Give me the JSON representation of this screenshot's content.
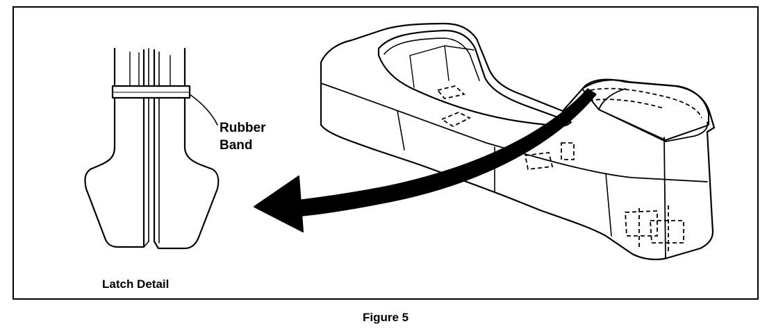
{
  "labels": {
    "rubber_band_line1": "Rubber",
    "rubber_band_line2": "Band",
    "latch_detail": "Latch Detail",
    "figure_caption": "Figure 5"
  }
}
